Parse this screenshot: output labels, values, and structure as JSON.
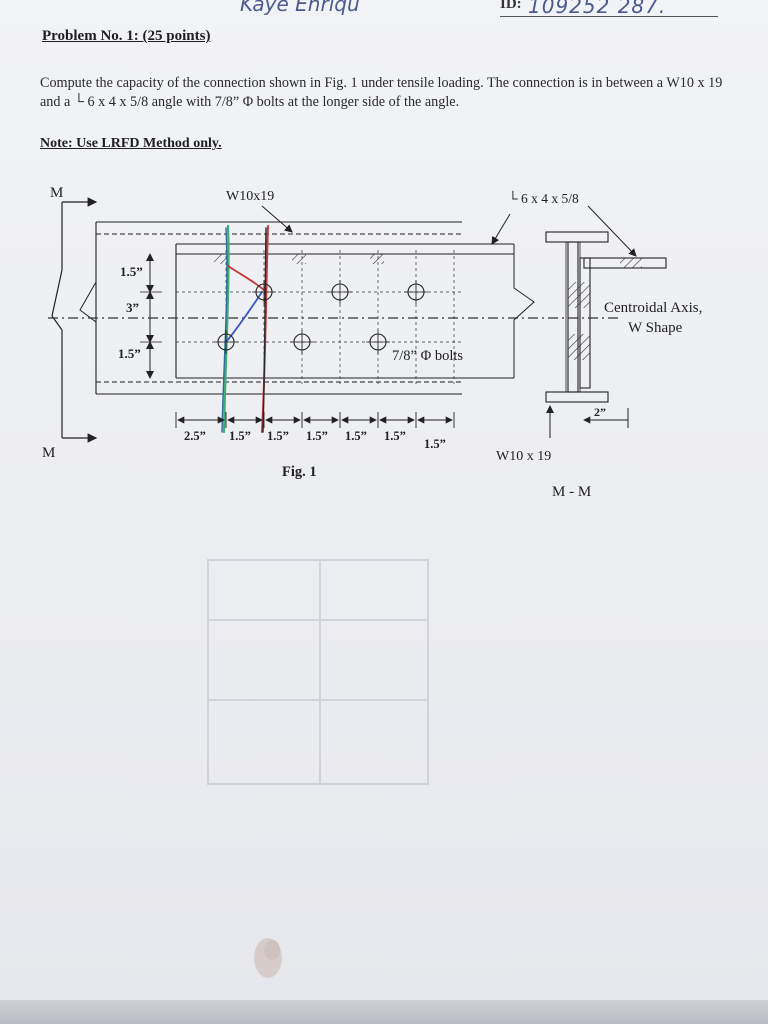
{
  "header": {
    "id_label": "ID:",
    "id_value": "109252 287.",
    "name_scribble": "Kaye Enriqu"
  },
  "problem": {
    "title": "Problem No. 1: (25 points)",
    "statement": "Compute the capacity of the connection shown in Fig. 1 under tensile loading. The connection is in between a W10 x 19 and a └ 6 x 4 x 5/8 angle with 7/8” Φ bolts at the longer side of the angle.",
    "note": "Note: Use LRFD Method only."
  },
  "figure": {
    "section_top": "M",
    "section_bottom": "M",
    "beam_label": "W10x19",
    "angle_label": "└ 6 x 4 x 5/8",
    "dim_left_top": "1.5”",
    "dim_left_mid": "3”",
    "dim_left_bot": "1.5”",
    "bolt_label": "7/8” Φ bolts",
    "bottom_dims": [
      "2.5”",
      "1.5”",
      "1.5”",
      "1.5”",
      "1.5”",
      "1.5”",
      "1.5”"
    ],
    "caption": "Fig. 1",
    "centroid_label_1": "Centroidal Axis,",
    "centroid_label_2": "W Shape",
    "section_dim": "2”",
    "section_beam_label": "W10 x 19",
    "section_caption": "M - M"
  },
  "colors": {
    "paper": "#eeeff3",
    "ink": "#222222",
    "pen_red": "#c0393b",
    "pen_blue": "#3d56c8",
    "pen_green": "#3fae72",
    "pen_dark": "#2a2a2a"
  }
}
